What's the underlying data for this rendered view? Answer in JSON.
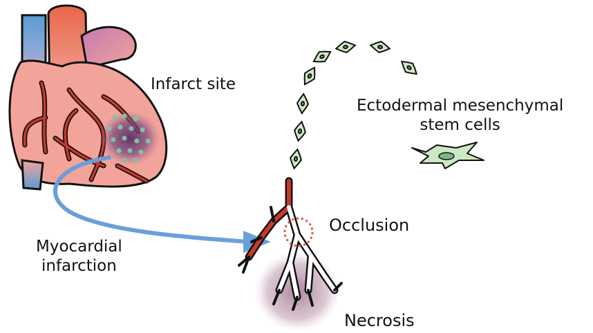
{
  "labels": {
    "infarct_site": "Infarct site",
    "ecto_line1": "Ectodermal mesenchymal",
    "ecto_line2": "stem cells",
    "occlusion": "Occlusion",
    "myo_line1": "Myocardial",
    "myo_line2": "infarction",
    "necrosis": "Necrosis"
  },
  "colors": {
    "heart_body": "#f2a49a",
    "aorta_red": "#e8674a",
    "vein_blue": "#5b9bd5",
    "pulmonary_purple": "#c47ab0",
    "coronary_red": "#c9382a",
    "infarct_zone": "#6b3a6e",
    "stem_cell_dots": "#7cc4a8",
    "stem_cell_fill": "#cfe8c4",
    "arrow_blue": "#6a9fd8",
    "occlusion_ring": "#e0533f",
    "necrosis_zone": "#b08aa0"
  }
}
